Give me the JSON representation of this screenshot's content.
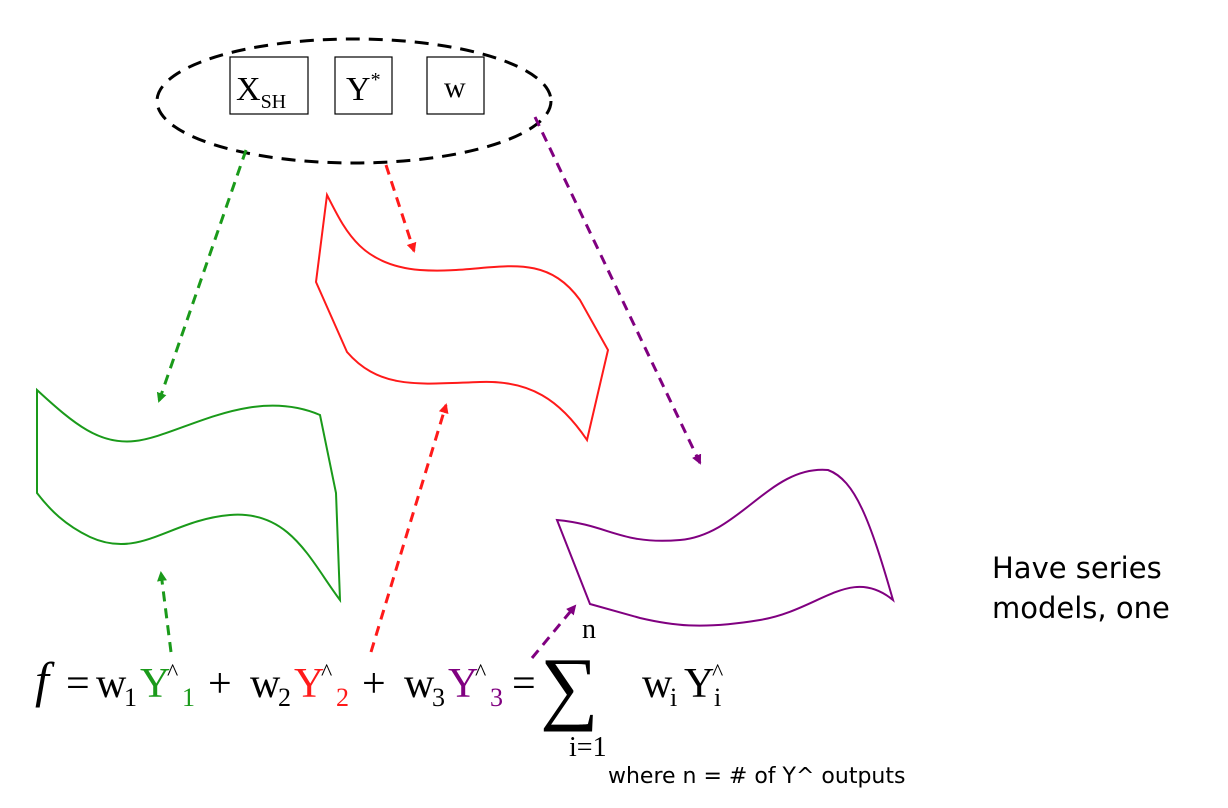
{
  "inputs": {
    "box1_main": "X",
    "box1_sub": "SH",
    "box2_main": "Y",
    "box2_sup": "*",
    "box3": "w"
  },
  "formula": {
    "f": "f",
    "eq": "=",
    "w": "w",
    "idx1": "1",
    "idx2": "2",
    "idx3": "3",
    "y": "Y",
    "hat": "^",
    "plus": "+",
    "sum_sym": "∑",
    "sum_upper": "n",
    "sum_lower": "i=1",
    "i": "i"
  },
  "footnote": "where n = # of Y^ outputs",
  "side_note": "Have series\nmodels, one",
  "colors": {
    "green": "#1a9a1a",
    "red": "#ff1a1a",
    "purple": "#800080",
    "black": "#000000"
  }
}
